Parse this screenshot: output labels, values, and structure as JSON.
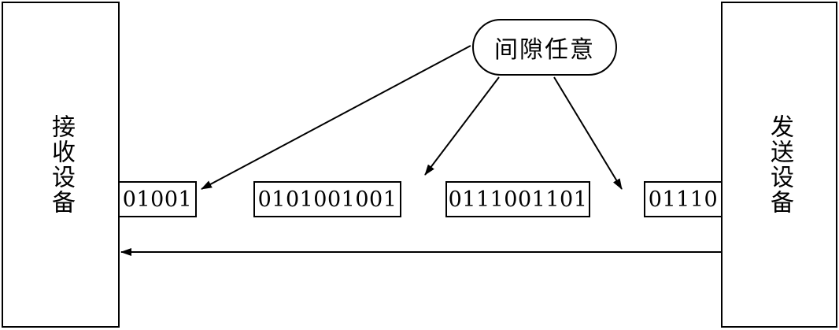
{
  "receiver": {
    "label": "接收设备"
  },
  "sender": {
    "label": "发送设备"
  },
  "frames": [
    {
      "bits": "01001"
    },
    {
      "bits": "0101001001"
    },
    {
      "bits": "0111001101"
    },
    {
      "bits": "01110"
    }
  ],
  "gap_note": {
    "text": "间隙任意"
  },
  "transmission_direction": "sender-to-receiver"
}
